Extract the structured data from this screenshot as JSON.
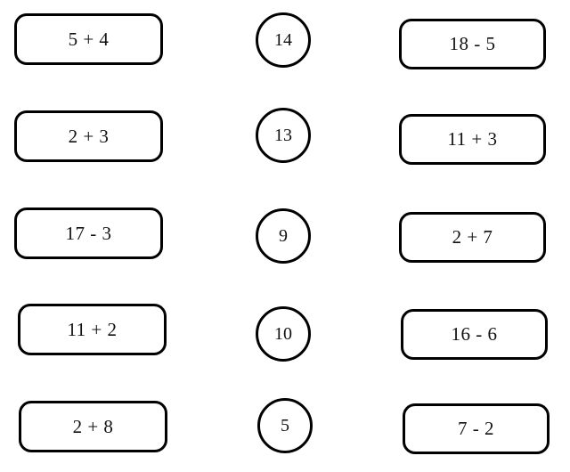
{
  "worksheet": {
    "type": "math-matching-worksheet",
    "background_color": "#ffffff",
    "outline_color": "#000000",
    "text_color": "#111111",
    "rows": [
      {
        "left_expression": "5 + 4",
        "answer": "14",
        "right_expression": "18 - 5"
      },
      {
        "left_expression": "2 + 3",
        "answer": "13",
        "right_expression": "11 + 3"
      },
      {
        "left_expression": "17 - 3",
        "answer": "9",
        "right_expression": "2 + 7"
      },
      {
        "left_expression": "11 + 2",
        "answer": "10",
        "right_expression": "16 - 6"
      },
      {
        "left_expression": "2 + 8",
        "answer": "5",
        "right_expression": "7 - 2"
      }
    ]
  }
}
